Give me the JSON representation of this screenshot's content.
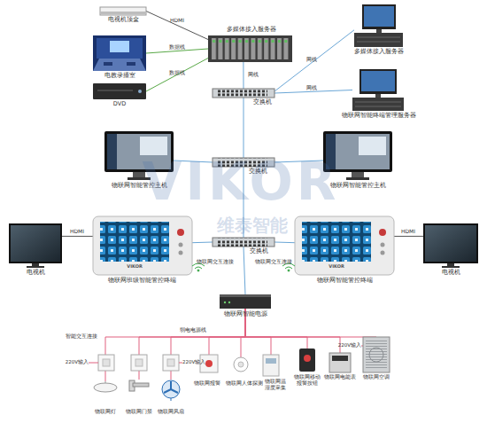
{
  "diagram": {
    "nodes": [
      {
        "text": [
          "电视机顶盒"
        ]
      },
      {
        "text": [
          "电教录播室"
        ]
      },
      {
        "text": [
          "DVD"
        ]
      },
      {
        "text": [
          "多媒体接入服务器"
        ]
      },
      {
        "text": [
          "多媒体接入服务器"
        ]
      },
      {
        "text": [
          "物联网智能终端管理服务器"
        ]
      },
      {
        "text": [
          "交换机"
        ]
      },
      {
        "text": [
          "物联网智能管控主机"
        ]
      },
      {
        "text": [
          "物联网智能管控主机"
        ]
      },
      {
        "text": [
          "交换机"
        ]
      },
      {
        "text": [
          "电视机"
        ]
      },
      {
        "text": [
          "物联网班级智能管控终端"
        ]
      },
      {
        "text": [
          "交换机"
        ]
      },
      {
        "text": [
          "物联网智能管控终端"
        ]
      },
      {
        "text": [
          "电视机"
        ]
      },
      {
        "text": [
          "物联网智能电源"
        ]
      },
      {
        "text": [
          "物联网灯"
        ]
      },
      {
        "text": [
          "物联网门禁"
        ]
      },
      {
        "text": [
          "物联网风扇"
        ]
      },
      {
        "text": [
          "物联网报警"
        ]
      },
      {
        "text": [
          "物联网人体探测"
        ]
      },
      {
        "text": [
          "物联网温湿度采集"
        ]
      },
      {
        "text": [
          "物联网移动报警按钮"
        ]
      },
      {
        "text": [
          "物联网电能表"
        ]
      },
      {
        "text": [
          "物联网空调"
        ]
      }
    ],
    "edges": [
      {
        "from": 0,
        "to": 3,
        "arrow": "none",
        "label": "HDMI"
      },
      {
        "from": 1,
        "to": 3,
        "arrow": "none",
        "label": "数据线"
      },
      {
        "from": 2,
        "to": 3,
        "arrow": "none",
        "label": "数据线"
      },
      {
        "from": 3,
        "to": 6,
        "arrow": "none",
        "label": "网线"
      },
      {
        "from": 6,
        "to": 4,
        "arrow": "none",
        "label": "网线"
      },
      {
        "from": 6,
        "to": 5,
        "arrow": "none",
        "label": "网线"
      },
      {
        "from": 6,
        "to": 9,
        "arrow": "none"
      },
      {
        "from": 9,
        "to": 7,
        "arrow": "none"
      },
      {
        "from": 9,
        "to": 8,
        "arrow": "none"
      },
      {
        "from": 9,
        "to": 12,
        "arrow": "none"
      },
      {
        "from": 12,
        "to": 11,
        "arrow": "none"
      },
      {
        "from": 12,
        "to": 13,
        "arrow": "none"
      },
      {
        "from": 10,
        "to": 11,
        "arrow": "none",
        "label": "HDMI"
      },
      {
        "from": 13,
        "to": 14,
        "arrow": "none",
        "label": "HDMI"
      },
      {
        "from": 12,
        "to": 15,
        "arrow": "none"
      },
      {
        "from": 15,
        "to": 16,
        "arrow": "none"
      },
      {
        "from": 15,
        "to": 17,
        "arrow": "none"
      },
      {
        "from": 15,
        "to": 18,
        "arrow": "none"
      },
      {
        "from": 15,
        "to": 19,
        "arrow": "none"
      },
      {
        "from": 15,
        "to": 20,
        "arrow": "none"
      },
      {
        "from": 15,
        "to": 21,
        "arrow": "none"
      },
      {
        "from": 15,
        "to": 22,
        "arrow": "none"
      },
      {
        "from": 15,
        "to": 23,
        "arrow": "none"
      },
      {
        "from": 15,
        "to": 24,
        "arrow": "none"
      }
    ],
    "labels": [
      "物联网交互连接",
      "物联网交互连接",
      "弱电电源线",
      "智能交互连接",
      "220V输入",
      "220V输入",
      "220V输入",
      "VIKOR",
      "维泰智能",
      "VIKOR",
      "VIKOR"
    ]
  }
}
